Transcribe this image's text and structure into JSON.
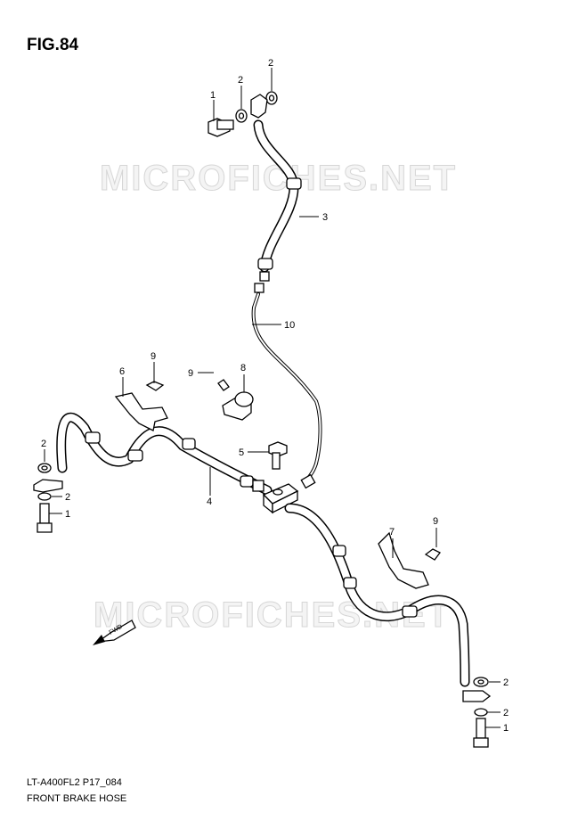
{
  "figure_title": "FIG.84",
  "watermark_text": "MICROFICHES.NET",
  "model_code": "LT-A400FL2 P17_084",
  "diagram_name": "FRONT BRAKE HOSE",
  "direction_arrow_label": "FWD",
  "callouts": {
    "c1": "1",
    "c2": "2",
    "c3": "2",
    "c4": "3",
    "c5": "10",
    "c6": "6",
    "c7": "9",
    "c8": "9",
    "c9": "8",
    "c10": "2",
    "c11": "2",
    "c12": "1",
    "c13": "5",
    "c14": "4",
    "c15": "7",
    "c16": "9",
    "c17": "2",
    "c18": "2",
    "c19": "1"
  }
}
